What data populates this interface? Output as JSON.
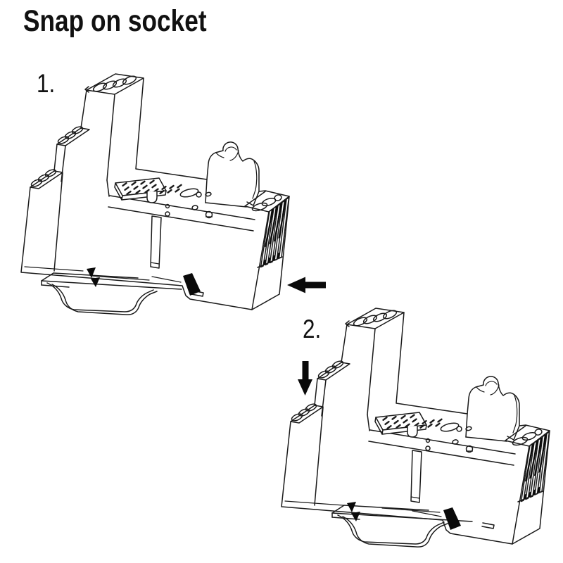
{
  "title": {
    "text": "Snap on socket"
  },
  "steps": [
    {
      "number": "1.",
      "arrow": "left",
      "arrow_icon": "arrow-left-icon"
    },
    {
      "number": "2.",
      "arrow": "down",
      "arrow_icon": "arrow-down-icon"
    }
  ],
  "figures": [
    {
      "name": "din-rail-socket-step-1",
      "label": "relay socket hooked onto DIN rail"
    },
    {
      "name": "din-rail-socket-step-2",
      "label": "relay socket pressed down onto DIN rail"
    }
  ],
  "colors": {
    "background": "#ffffff",
    "line": "#1a1a1a",
    "arrow_fill": "#0a0a0a",
    "text": "#111111"
  }
}
